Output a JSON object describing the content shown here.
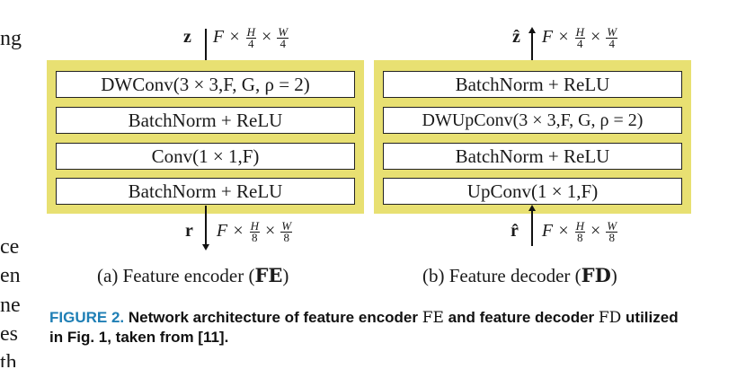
{
  "margin_text_fragments": [
    "ng",
    "ce",
    "en",
    "ne",
    "es",
    "th"
  ],
  "encoder": {
    "input": {
      "symbol": "z",
      "dims_prefix": "F ×",
      "h_num": "H",
      "h_den": "4",
      "times": "×",
      "w_num": "W",
      "w_den": "4"
    },
    "layers": [
      "DWConv(3 × 3,F, G, ρ = 2)",
      "BatchNorm + ReLU",
      "Conv(1 × 1,F)",
      "BatchNorm + ReLU"
    ],
    "output": {
      "symbol": "r",
      "dims_prefix": "F ×",
      "h_num": "H",
      "h_den": "8",
      "times": "×",
      "w_num": "W",
      "w_den": "8"
    },
    "caption_prefix": "(a) Feature encoder (",
    "caption_abbr": "FE",
    "caption_suffix": ")"
  },
  "decoder": {
    "output": {
      "symbol": "ẑ",
      "dims_prefix": "F ×",
      "h_num": "H",
      "h_den": "4",
      "times": "×",
      "w_num": "W",
      "w_den": "4"
    },
    "layers": [
      "BatchNorm + ReLU",
      "DWUpConv(3 × 3,F, G, ρ = 2)",
      "BatchNorm + ReLU",
      "UpConv(1 × 1,F)"
    ],
    "input": {
      "symbol": "r̂",
      "dims_prefix": "F ×",
      "h_num": "H",
      "h_den": "8",
      "times": "×",
      "w_num": "W",
      "w_den": "8"
    },
    "caption_prefix": "(b) Feature decoder (",
    "caption_abbr": "FD",
    "caption_suffix": ")"
  },
  "figure_caption": {
    "label": "FIGURE 2.",
    "text_1": " Network architecture of feature encoder ",
    "abbr_1": "FE",
    "text_2": " and feature decoder ",
    "abbr_2": "FD",
    "text_3": " utilized in Fig. 1, taken from [11]."
  },
  "colors": {
    "panel_fill": "#e8e072",
    "caption_label": "#1f7fb5"
  }
}
